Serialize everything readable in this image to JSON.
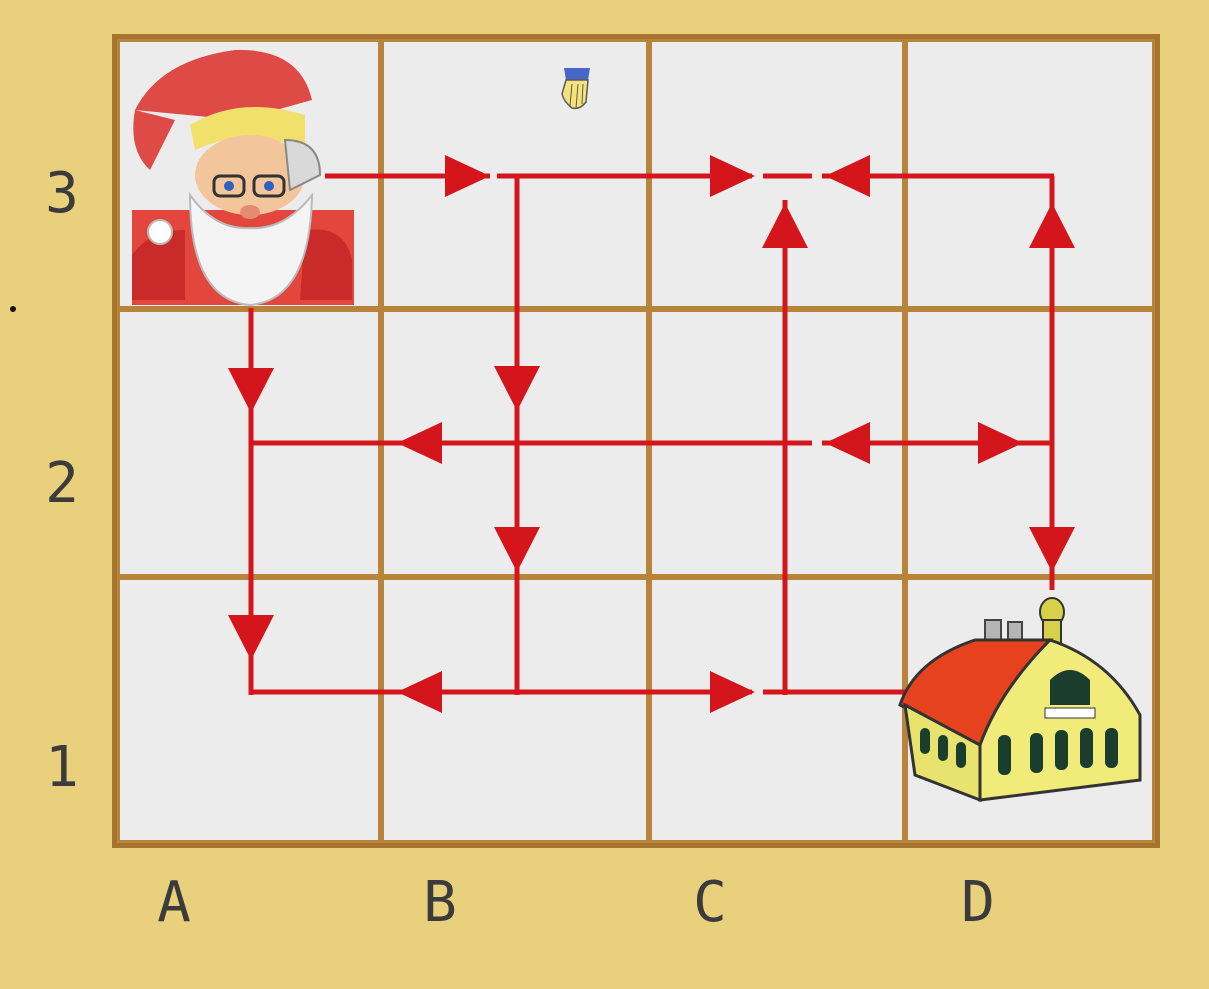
{
  "rows": [
    "3",
    "2",
    "1"
  ],
  "cols": [
    "A",
    "B",
    "C",
    "D"
  ],
  "icons": {
    "start": "santa-claus-icon",
    "goal": "house-icon",
    "cursor": "hand-pointer-icon"
  },
  "colors": {
    "background": "#e9d07d",
    "grid_line": "#b8843c",
    "cell": "#ececec",
    "path": "#d4161c"
  }
}
